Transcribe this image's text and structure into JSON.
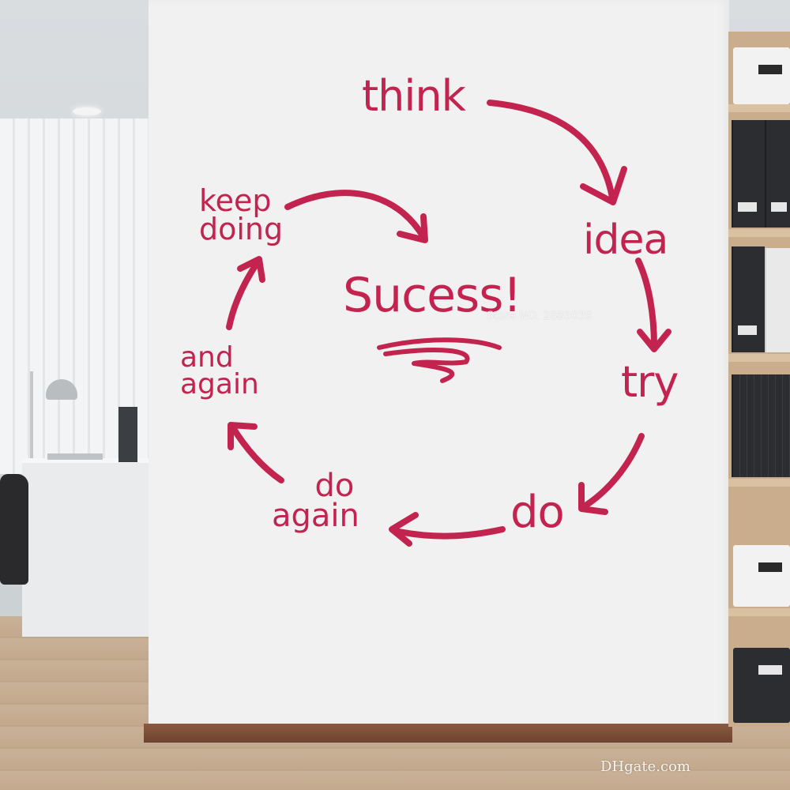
{
  "decal": {
    "color": "#c3244f",
    "center": "Sucess!",
    "cycle": [
      "think",
      "idea",
      "try",
      "do"
    ],
    "do_again": [
      "do",
      "again"
    ],
    "and_again": [
      "and",
      "again"
    ],
    "keep_doing": [
      "keep",
      "doing"
    ]
  },
  "watermarks": {
    "store": "Store NO. 2885039",
    "site": "DHgate.com"
  }
}
